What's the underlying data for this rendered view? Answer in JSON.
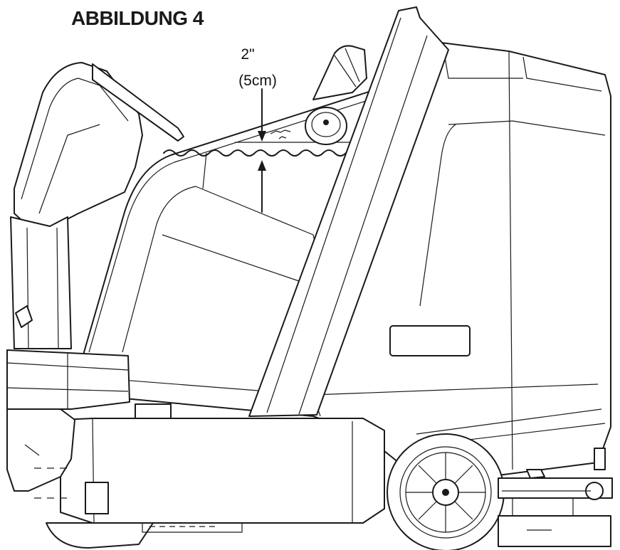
{
  "figure": {
    "title": "ABBILDUNG 4",
    "dimension_inches": "2\"",
    "dimension_metric": "(5cm)"
  }
}
